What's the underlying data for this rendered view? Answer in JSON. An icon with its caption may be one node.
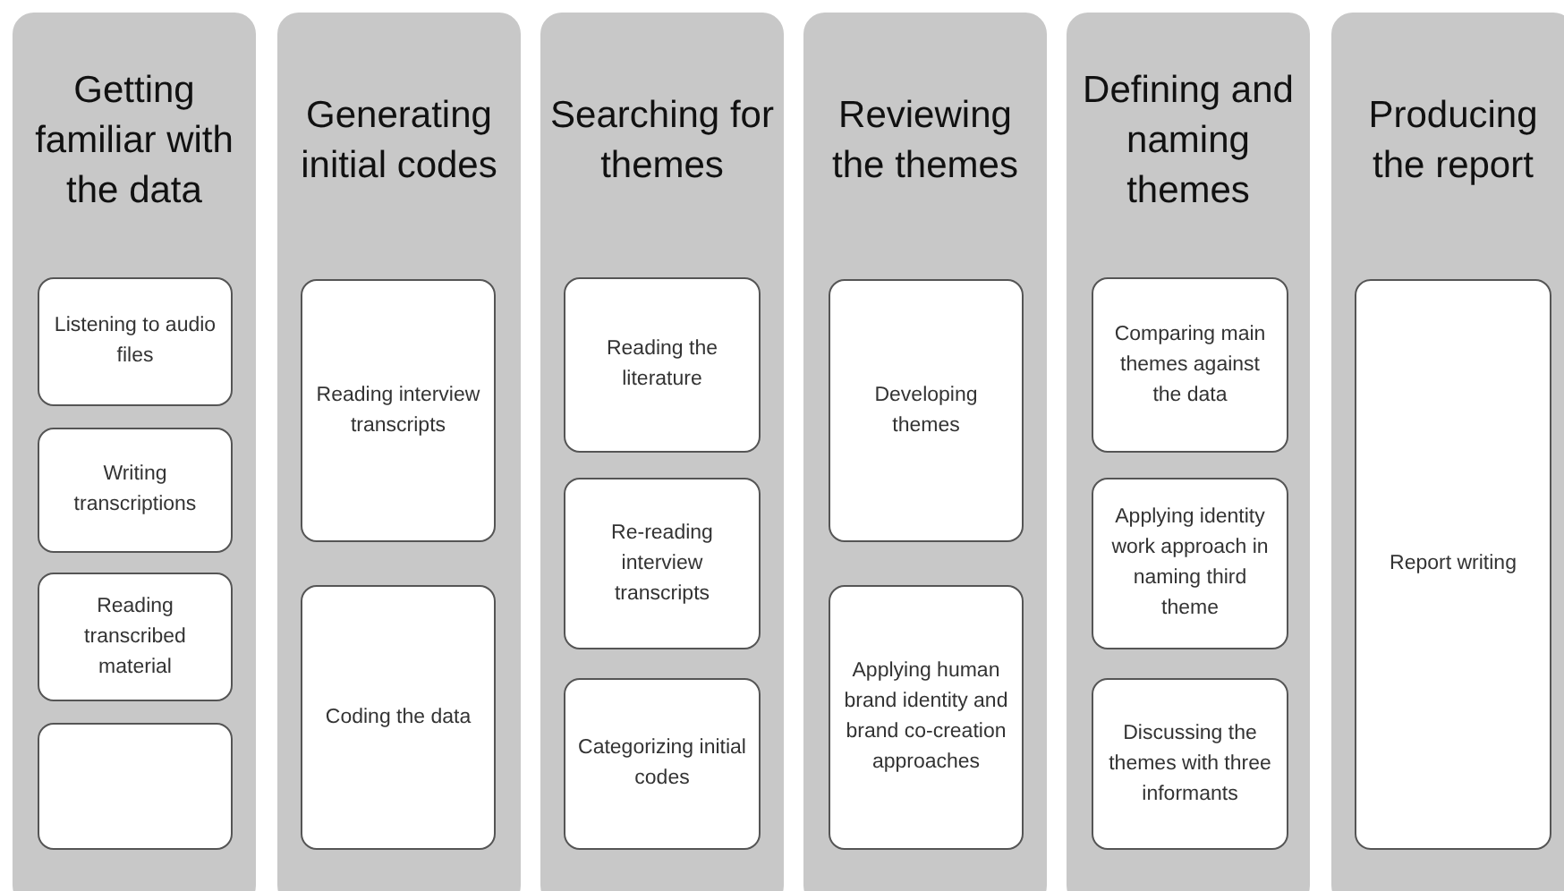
{
  "diagram": {
    "nodes": [
      {
        "text": [
          "Getting familiar with the data"
        ]
      },
      {
        "text": [
          "Listening to audio files"
        ],
        "in": 0
      },
      {
        "text": [
          "Writing transcriptions"
        ],
        "in": 0
      },
      {
        "text": [
          "Reading transcribed material"
        ],
        "in": 0
      },
      {
        "text": [],
        "shape": "box",
        "in": 0
      },
      {
        "text": [
          "Generating initial codes"
        ]
      },
      {
        "text": [
          "Reading interview transcripts"
        ],
        "in": 5
      },
      {
        "text": [
          "Coding the data"
        ],
        "in": 5
      },
      {
        "text": [
          "Searching for themes"
        ]
      },
      {
        "text": [
          "Reading the literature"
        ],
        "in": 8
      },
      {
        "text": [
          "Re-reading interview transcripts"
        ],
        "in": 8
      },
      {
        "text": [
          "Categorizing initial codes"
        ],
        "in": 8
      },
      {
        "text": [
          "Reviewing the themes"
        ]
      },
      {
        "text": [
          "Developing themes"
        ],
        "in": 12
      },
      {
        "text": [
          "Applying human brand identity and brand co-creation approaches"
        ],
        "in": 12
      },
      {
        "text": [
          "Defining and naming themes"
        ]
      },
      {
        "text": [
          "Comparing main themes against the data"
        ],
        "in": 15
      },
      {
        "text": [
          "Applying identity work approach in naming third theme"
        ],
        "in": 15
      },
      {
        "text": [
          "Discussing the themes with three informants"
        ],
        "in": 15
      },
      {
        "text": [
          "Producing the report"
        ]
      },
      {
        "text": [
          "Report writing"
        ],
        "in": 19
      }
    ]
  }
}
